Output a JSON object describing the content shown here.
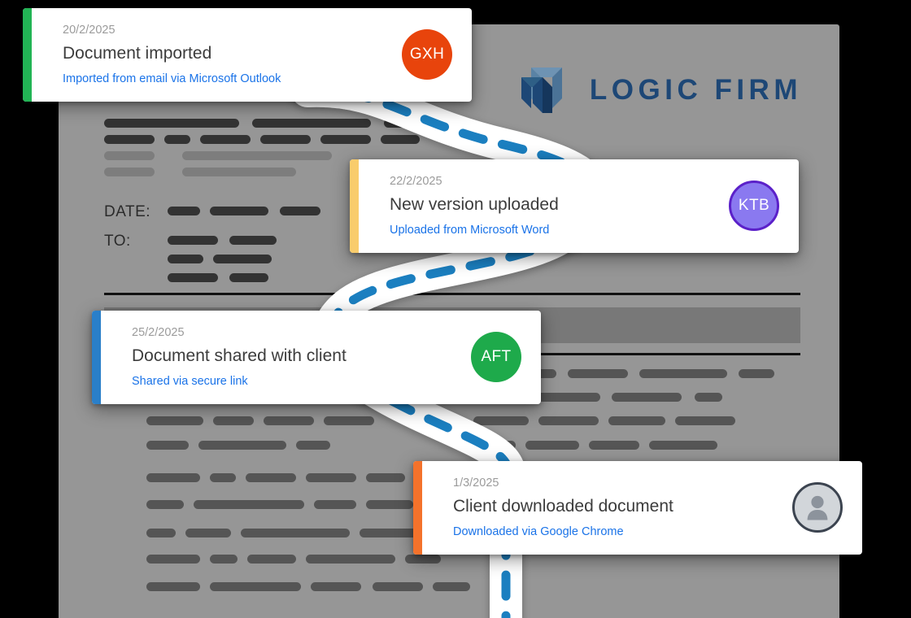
{
  "document": {
    "logo": {
      "mark_name": "interlocking-squares-logo-mark",
      "wordmark": "LOGIC FIRM",
      "colors": {
        "text": "#1d4776",
        "dark": "#1d4776",
        "mid": "#2e5f86",
        "light": "#6e93b3"
      }
    },
    "fields": [
      {
        "label": "DATE:"
      },
      {
        "label": "TO:"
      }
    ],
    "background_color": "#969696",
    "page_background": "#000000"
  },
  "path": {
    "name": "winding-timeline-path",
    "ribbon_color": "#ffffff",
    "dash_color": "#1b7fc0"
  },
  "timeline": {
    "cards": [
      {
        "date": "20/2/2025",
        "title": "Document imported",
        "subtitle": "Imported from email via Microsoft Outlook",
        "accent_color": "#22b455",
        "avatar": {
          "type": "initials",
          "initials": "GXH",
          "background": "#e8440c",
          "ring": ""
        }
      },
      {
        "date": "22/2/2025",
        "title": "New version uploaded",
        "subtitle": "Uploaded from Microsoft Word",
        "accent_color": "#f9cc6c",
        "avatar": {
          "type": "initials",
          "initials": "KTB",
          "background": "#8a79f0",
          "ring": "#5b21c9"
        }
      },
      {
        "date": "25/2/2025",
        "title": "Document shared with client",
        "subtitle": "Shared via secure link",
        "accent_color": "#2a7fc9",
        "avatar": {
          "type": "initials",
          "initials": "AFT",
          "background": "#1eaa4b",
          "ring": ""
        }
      },
      {
        "date": "1/3/2025",
        "title": "Client downloaded document",
        "subtitle": "Downloaded via Google Chrome",
        "accent_color": "#f4722b",
        "avatar": {
          "type": "person-icon",
          "initials": "",
          "background": "#d2d6da",
          "ring": "#3c4450"
        }
      }
    ]
  }
}
